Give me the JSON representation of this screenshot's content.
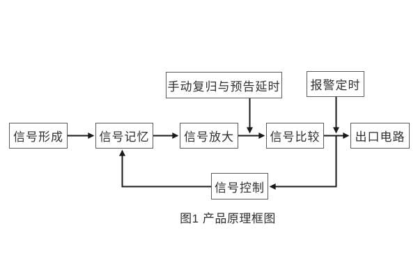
{
  "figure": {
    "caption": "图1 产品原理框图"
  },
  "diagram": {
    "type": "block-diagram",
    "boxes": [
      {
        "id": "signal-formation",
        "label": "信号形成"
      },
      {
        "id": "signal-memory",
        "label": "信号记忆"
      },
      {
        "id": "signal-amplify",
        "label": "信号放大"
      },
      {
        "id": "signal-compare",
        "label": "信号比较"
      },
      {
        "id": "output-circuit",
        "label": "出口电路"
      },
      {
        "id": "manual-reset-delay",
        "label": "手动复归与预告延时"
      },
      {
        "id": "alarm-timing",
        "label": "报警定时"
      },
      {
        "id": "signal-control",
        "label": "信号控制"
      }
    ],
    "connections": [
      {
        "from": "signal-formation",
        "to": "signal-memory",
        "style": "arrow-right"
      },
      {
        "from": "signal-memory",
        "to": "signal-amplify",
        "style": "arrow-right"
      },
      {
        "from": "signal-amplify",
        "to": "signal-compare",
        "style": "arrow-right"
      },
      {
        "from": "signal-compare",
        "to": "output-circuit",
        "style": "arrow-right"
      },
      {
        "from": "manual-reset-delay",
        "to": "link(signal-amplify→signal-compare)",
        "style": "arrow-down"
      },
      {
        "from": "alarm-timing",
        "to": "link(signal-compare→output-circuit)",
        "style": "arrow-down"
      },
      {
        "from": "link(signal-compare→output-circuit)",
        "to": "signal-control",
        "style": "arrow-left"
      },
      {
        "from": "signal-control",
        "to": "signal-memory",
        "style": "arrow-up"
      }
    ],
    "colors": {
      "background": "#ffffff",
      "border": "#595959",
      "line": "#1a1a1a",
      "text": "#2f2f2f"
    }
  }
}
